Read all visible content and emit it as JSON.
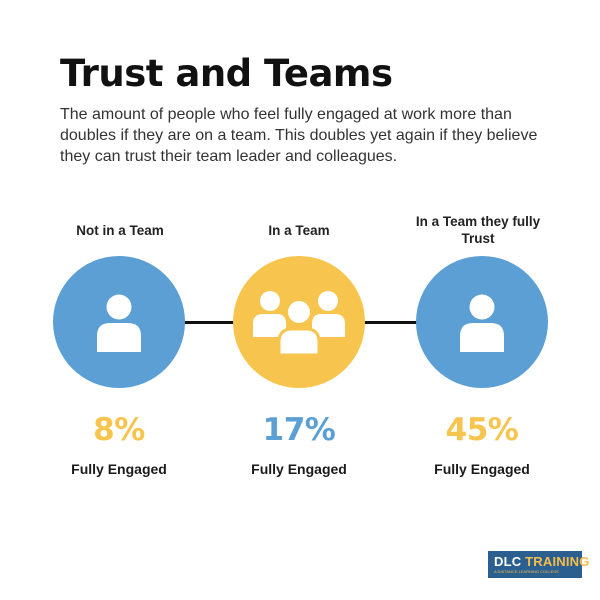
{
  "title": "Trust and Teams",
  "intro": "The amount of people who feel fully engaged at work more than doubles if they are on a team. This doubles yet again if they believe they can trust their team leader and colleagues.",
  "columns": [
    {
      "label": "Not in a Team",
      "percent": "8%",
      "caption": "Fully Engaged",
      "circle_color": "#5b9fd4",
      "percent_color": "#f7c54d",
      "icon": "single-person-icon"
    },
    {
      "label": "In a Team",
      "percent": "17%",
      "caption": "Fully Engaged",
      "circle_color": "#f7c54d",
      "percent_color": "#5b9fd4",
      "icon": "group-people-icon"
    },
    {
      "label": "In a Team they fully Trust",
      "percent": "45%",
      "caption": "Fully Engaged",
      "circle_color": "#5b9fd4",
      "percent_color": "#f7c54d",
      "icon": "single-person-icon"
    }
  ],
  "logo": {
    "prefix": "DLC",
    "main": "TRAINING",
    "tagline": "A DISTANCE LEARNING COLLEGE"
  }
}
